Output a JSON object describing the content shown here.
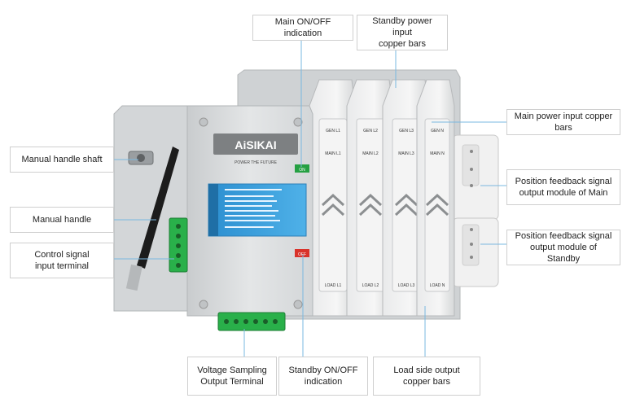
{
  "brand": {
    "name": "AiSIKAI",
    "tagline": "POWER THE FUTURE"
  },
  "labels": {
    "main_on_off": "Main ON/OFF indication",
    "standby_input_bars": "Standby power input\ncopper bars",
    "main_input_bars": "Main power input copper bars",
    "manual_handle_shaft": "Manual handle shaft",
    "manual_handle": "Manual  handle",
    "control_signal": "Control signal\ninput terminal",
    "feedback_main": "Position feedback signal\noutput module of Main",
    "feedback_standby": "Position feedback signal\noutput module of Standby",
    "voltage_sampling": "Voltage Sampling\nOutput Terminal",
    "standby_on_off": "Standby ON/OFF\nindication",
    "load_output_bars": "Load side output copper bars"
  },
  "indicators": {
    "on": "ON",
    "off": "OFF"
  },
  "module_labels": {
    "top": [
      "GEN L1",
      "GEN L2",
      "GEN L3",
      "GEN N"
    ],
    "middle": [
      "MAIN L1",
      "MAIN L2",
      "MAIN L3",
      "MAIN N"
    ],
    "bottom": [
      "LOAD L1",
      "LOAD L2",
      "LOAD L3",
      "LOAD N"
    ]
  }
}
